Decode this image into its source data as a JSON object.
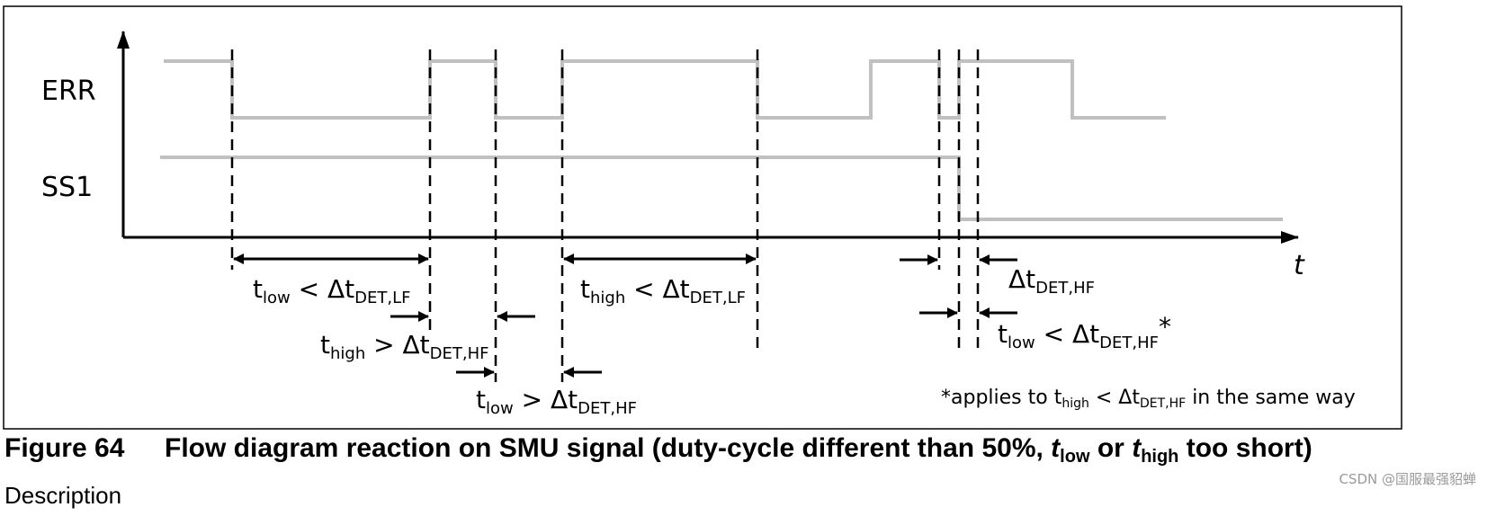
{
  "signals": {
    "err_label": "ERR",
    "ss1_label": "SS1",
    "t_axis_label": "t"
  },
  "annotations": {
    "a1": {
      "base": "t",
      "sub1": "low",
      "mid": " < Δt",
      "sub2": "DET,LF"
    },
    "a2": {
      "base": "t",
      "sub1": "high",
      "mid": " > Δt",
      "sub2": "DET,HF"
    },
    "a3": {
      "base": "t",
      "sub1": "low",
      "mid": " > Δt",
      "sub2": "DET,HF"
    },
    "a4": {
      "base": "t",
      "sub1": "high",
      "mid": " < Δt",
      "sub2": "DET,LF"
    },
    "a5": {
      "base": "Δt",
      "sub": "DET,HF"
    },
    "a6": {
      "base": "t",
      "sub1": "low",
      "mid": " < Δt",
      "sub2": "DET,HF",
      "tail": "*"
    }
  },
  "footnote": {
    "pre": "*applies to t",
    "sub1": "high",
    "mid": " < Δt",
    "sub2": "DET,HF",
    "post": " in the same way"
  },
  "caption": {
    "number": "Figure 64",
    "title_pre": "Flow diagram reaction on SMU signal (duty-cycle different than 50%, ",
    "t1_base": "t",
    "t1_sub": "low",
    "or_text": " or ",
    "t2_base": "t",
    "t2_sub": "high",
    "title_post": " too short)"
  },
  "description_heading": "Description",
  "watermark": "CSDN @国服最强貂蝉",
  "colors": {
    "signal": "#c0c0c0",
    "axis": "#000000",
    "frame": "#000000"
  }
}
